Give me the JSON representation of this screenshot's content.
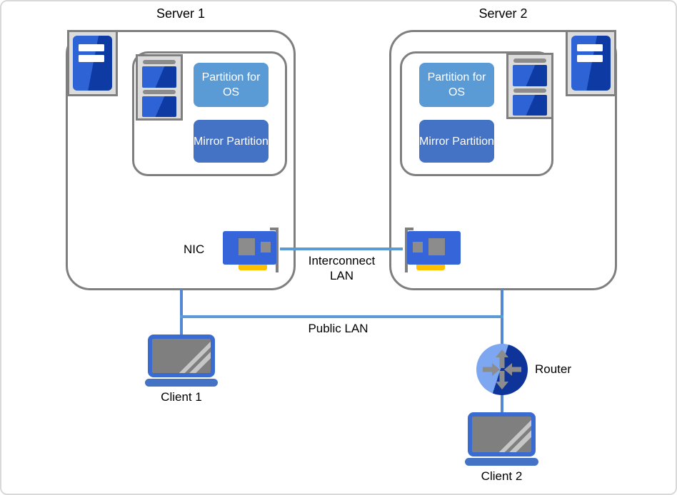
{
  "labels": {
    "server1": "Server 1",
    "server2": "Server 2",
    "partition_os": "Partition for OS",
    "mirror_partition": "Mirror Partition",
    "nic": "NIC",
    "interconnect_lan": "Interconnect LAN",
    "public_lan": "Public LAN",
    "router": "Router",
    "client1": "Client 1",
    "client2": "Client 2"
  },
  "icons": {
    "server_tower": "server-tower-icon",
    "disk_stack": "disk-stack-icon",
    "network_card": "nic-card-icon",
    "router": "router-icon",
    "laptop": "laptop-icon"
  },
  "colors": {
    "canvas-border": "#D9D9D9",
    "border-gray": "#7F7F7F",
    "icon-bg": "#DCDCDC",
    "royal-light": "#2E63D6",
    "royal-dark": "#0D3AA3",
    "blue-light": "#5B9BD5",
    "blue-mid": "#4472C4",
    "line-blue": "#5B9BD5",
    "vline-blue": "#5588D4",
    "nic-blue": "#3565D9",
    "part-gray": "#8C8C8C",
    "yellow": "#FFC000",
    "router-light": "#7DA7F0",
    "router-dark": "#0E3399",
    "arrow-gray": "#8C8C8C",
    "laptop-blue": "#3A6BD0",
    "laptop-base": "#4472C4",
    "screen-gray": "#7F7F7F",
    "stripe-gray": "#C6C6C6"
  }
}
